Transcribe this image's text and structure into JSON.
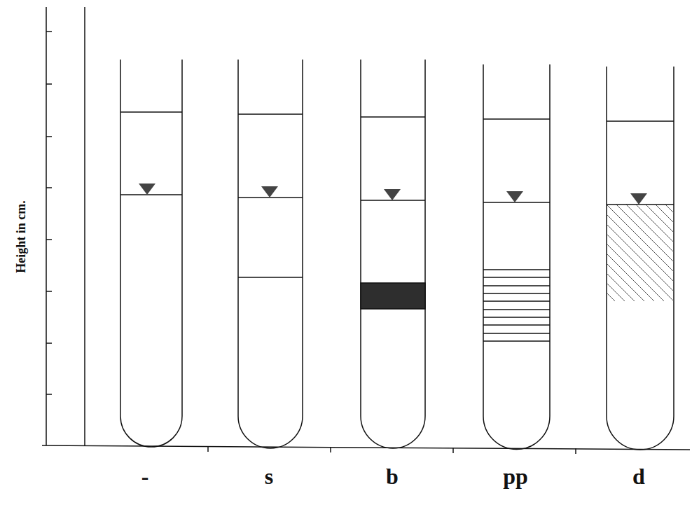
{
  "diagram": {
    "labels": [
      "Height in cm.",
      "-",
      "s",
      "b",
      "pp",
      "d"
    ]
  }
}
